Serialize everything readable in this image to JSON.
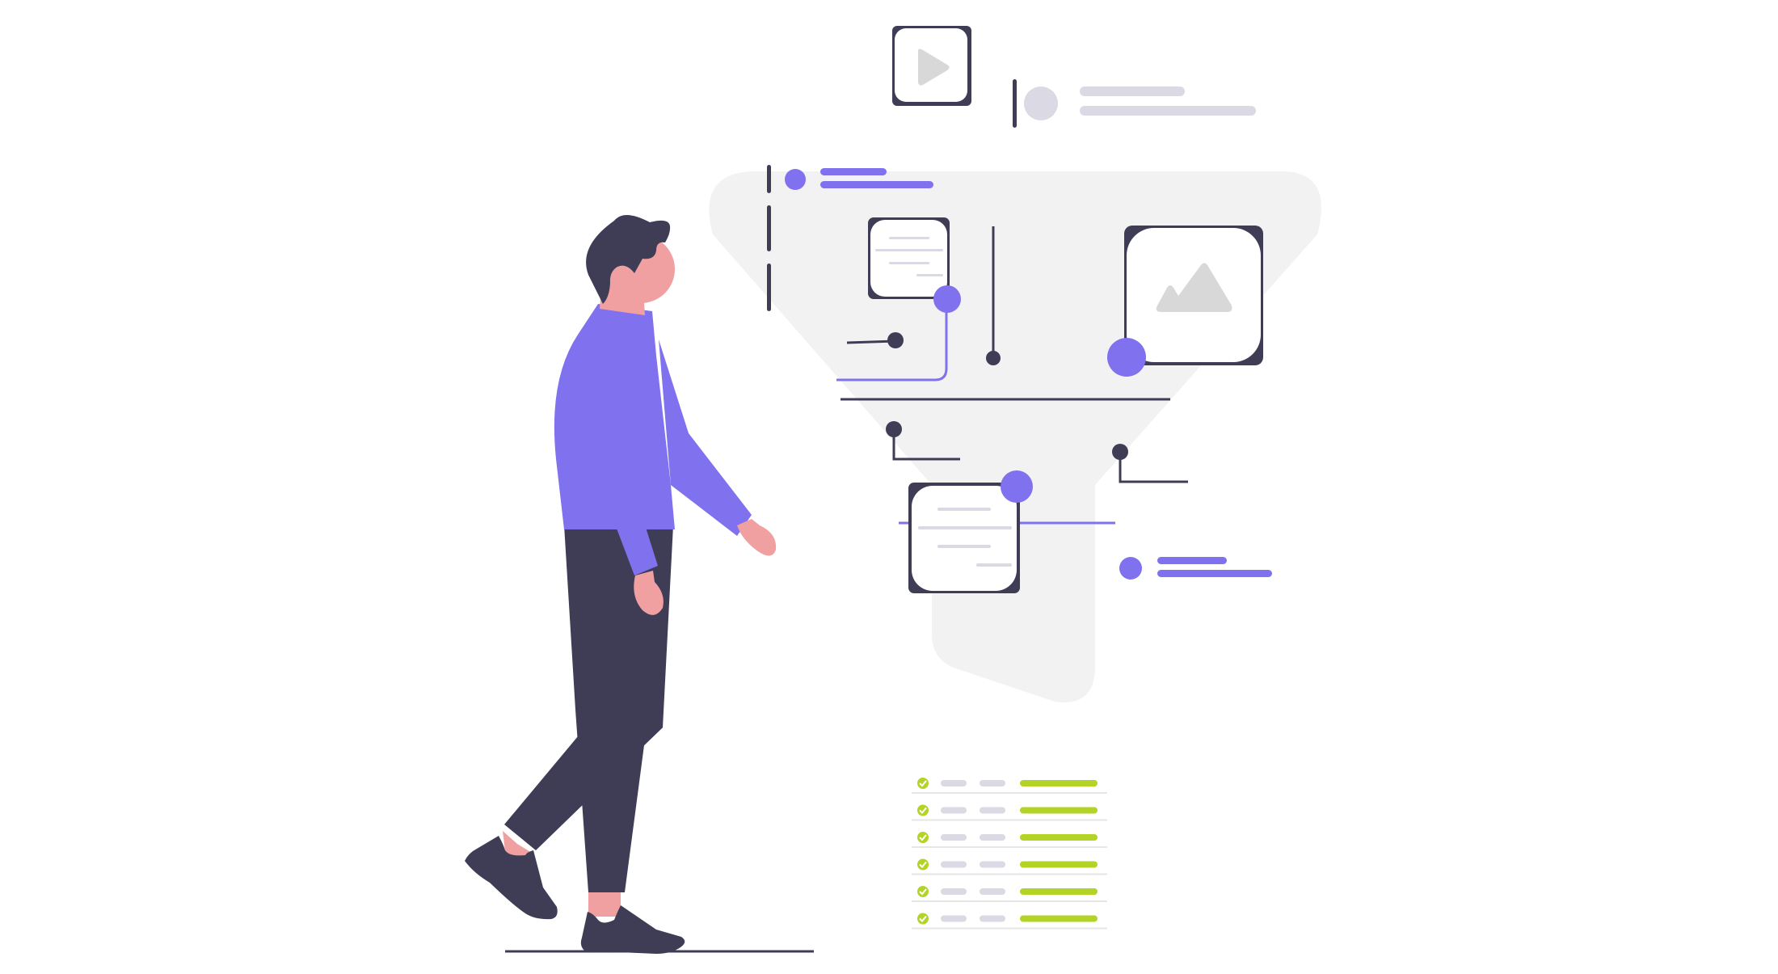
{
  "illustration": {
    "kind": "flat vector illustration",
    "subject": "person-walking-beside-content-funnel",
    "icons": [
      "play-icon",
      "document-icon",
      "image-icon",
      "check-icon"
    ],
    "status_rows": 6
  },
  "colors": {
    "background": "#ffffff",
    "funnel": "#f2f2f2",
    "dark": "#3f3d56",
    "accent": "#8071ee",
    "skin": "#f0a0a0",
    "light_gray": "#dad9e4",
    "icon_gray": "#d8d8d8",
    "success": "#b3d426"
  }
}
